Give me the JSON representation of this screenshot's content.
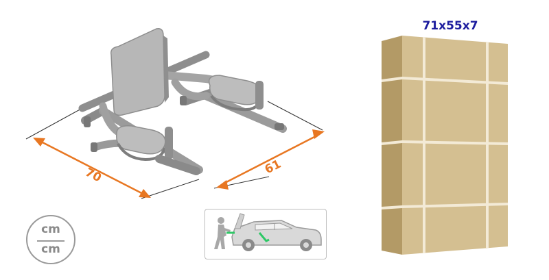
{
  "product": {
    "name": "dip-station-bench-illustration",
    "dimensions": {
      "width_label": "70",
      "depth_label": "61"
    }
  },
  "unit_badge": {
    "top": "cm",
    "bottom": "cm"
  },
  "package": {
    "size_label": "71x55x7"
  },
  "colors": {
    "dimension_accent": "#e87722",
    "package_label": "#1c1c9e",
    "box_front": "#d4bf91",
    "box_side": "#b39a66",
    "tape": "#f3ead6",
    "frame": "#a0a0a0",
    "fits_car_accent": "#2ec866"
  },
  "icons": {
    "unit_icon": "cm-unit-icon",
    "car_icon": "car-trunk-fit-icon",
    "person_icon": "person-pushing-icon",
    "box_icon": "cardboard-box-icon"
  }
}
